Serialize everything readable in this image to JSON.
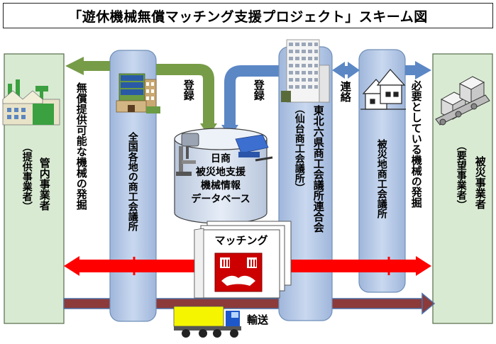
{
  "title": "「遊休機械無償マッチング支援プロジェクト」スキーム図",
  "nodes": {
    "left_org": {
      "line1": "管内事業者",
      "line2": "（提供事業者）"
    },
    "national_chambers": "全国各地の商工会議所",
    "database": {
      "line1": "日商",
      "line2": "被災地支援",
      "line3": "機械情報",
      "line4": "データベース"
    },
    "tohoku": {
      "line1": "東北六県商工会議所連合会",
      "line2": "（仙台商工会議所）"
    },
    "disaster_chambers": "被災地商工会議所",
    "right_org": {
      "line1": "被災事業者",
      "line2": "（要望事業者）"
    },
    "matching": "マッチング"
  },
  "edges": {
    "free_machines": "無償提供可能な機械の発掘",
    "needed_machines": "必要としている機械の発掘",
    "register_left": "登録",
    "register_right": "登録",
    "contact": "連絡",
    "transport": "輸送"
  },
  "colors": {
    "org_fill": "#d9ead3",
    "pillar_fill": "#b4c7e7",
    "pillar_stroke": "#6f8fb8",
    "green_arrow": "#779c48",
    "blue_arrow": "#5b87c5",
    "red": "#ff0000",
    "transport_bar": "#8c3a3a",
    "transport_edge": "#4a6fa5"
  },
  "icons": [
    "factory-icon",
    "office-building-icon",
    "tower-building-icon",
    "houses-icon",
    "conveyor-boxes-icon",
    "drill-press-icon",
    "vise-icon",
    "handshake-icon",
    "truck-icon"
  ]
}
